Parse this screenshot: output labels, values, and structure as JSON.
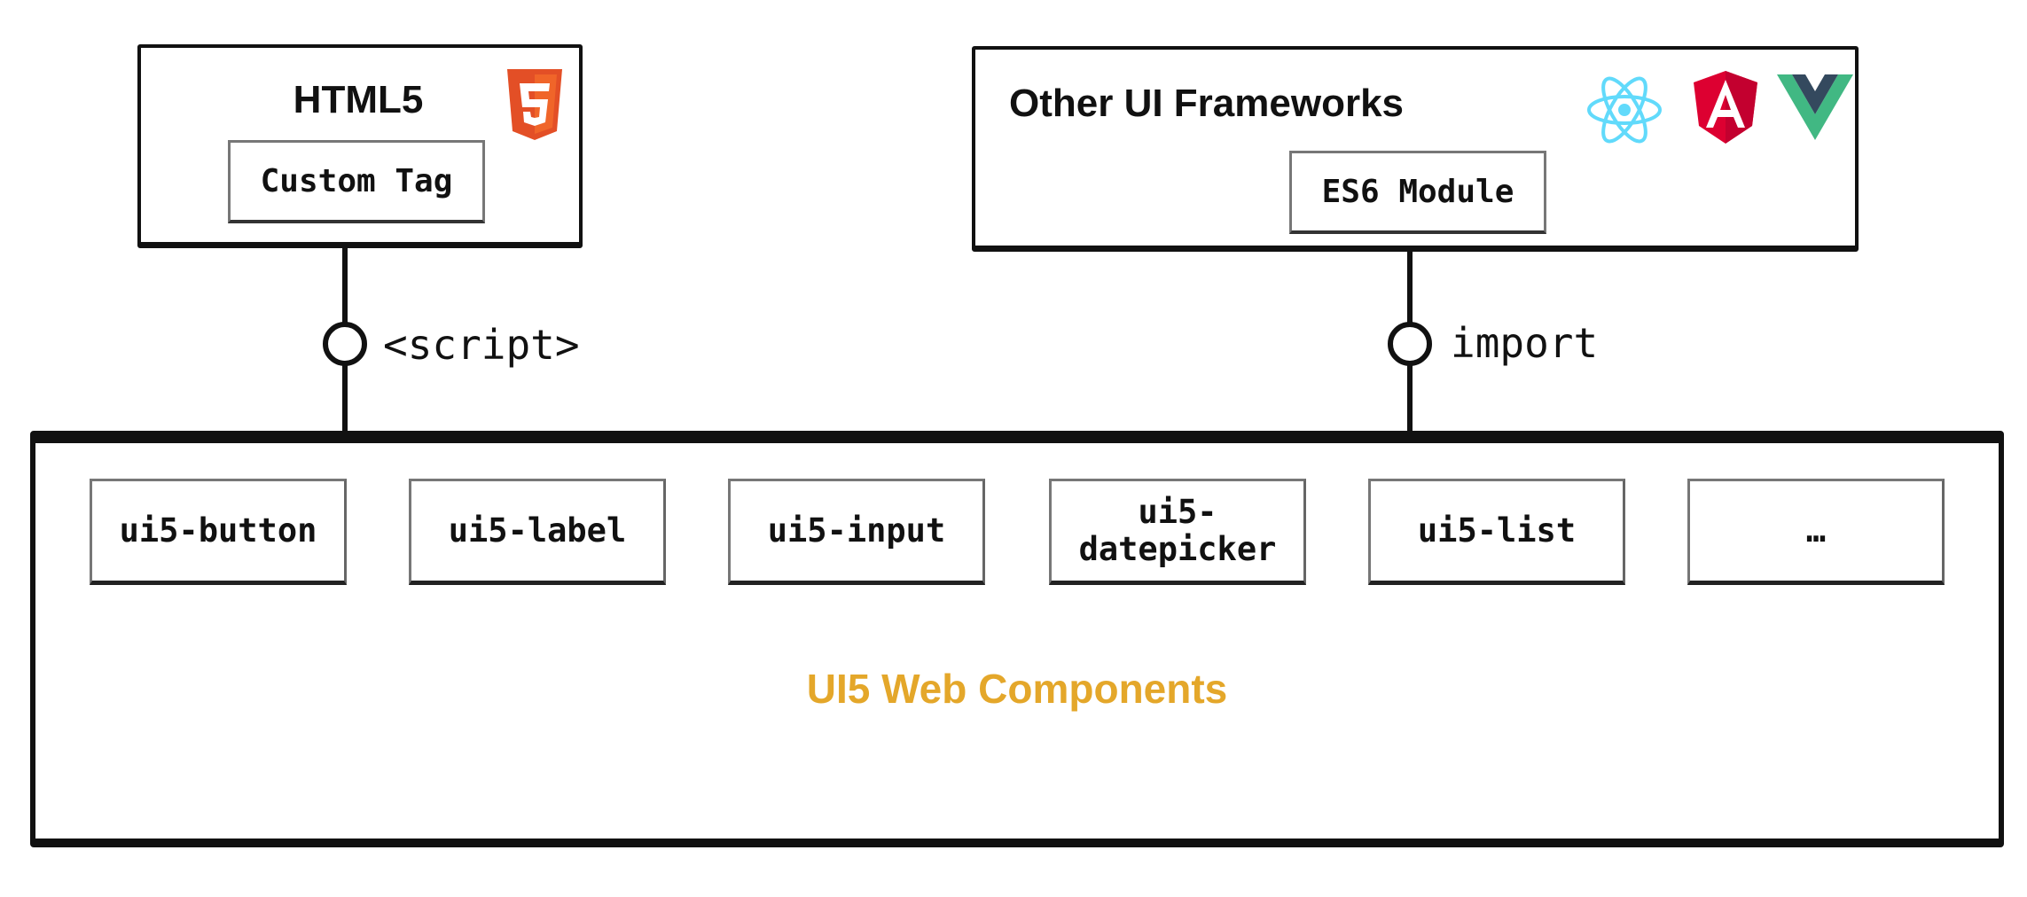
{
  "html5": {
    "title": "HTML5",
    "tag_label": "Custom Tag",
    "connector": "<script>"
  },
  "frameworks": {
    "title": "Other UI Frameworks",
    "module_label": "ES6 Module",
    "connector": "import"
  },
  "main": {
    "title": "UI5 Web Components",
    "title_color": "#e4a72a",
    "components": [
      "ui5-button",
      "ui5-label",
      "ui5-input",
      "ui5-\ndatepicker",
      "ui5-list",
      "…"
    ]
  },
  "icons": {
    "html5": {
      "name": "html5-logo-icon",
      "color": "#e34f26"
    },
    "react": {
      "name": "react-logo-icon",
      "color": "#61dafb"
    },
    "angular": {
      "name": "angular-logo-icon",
      "color": "#c3002f"
    },
    "vue": {
      "name": "vue-logo-icon",
      "colors": [
        "#41b883",
        "#34495e"
      ]
    }
  }
}
